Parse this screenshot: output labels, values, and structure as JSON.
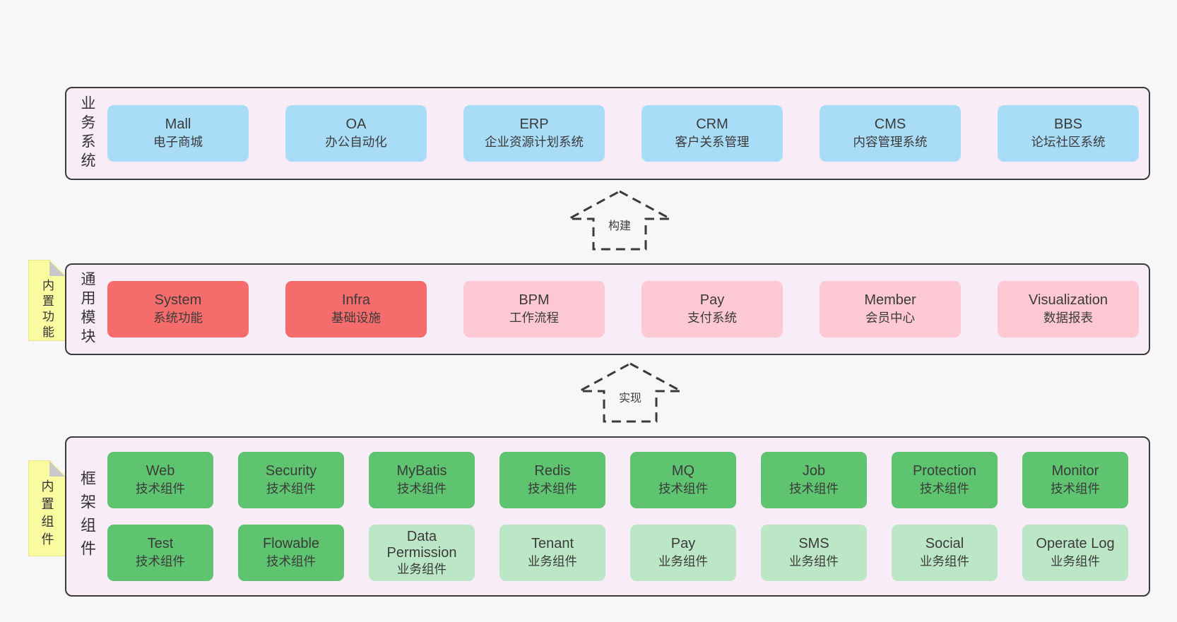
{
  "diagram": {
    "panels": {
      "business": {
        "label": "业务系统",
        "boxes": [
          {
            "en": "Mall",
            "zh": "电子商城"
          },
          {
            "en": "OA",
            "zh": "办公自动化"
          },
          {
            "en": "ERP",
            "zh": "企业资源计划系统"
          },
          {
            "en": "CRM",
            "zh": "客户关系管理"
          },
          {
            "en": "CMS",
            "zh": "内容管理系统"
          },
          {
            "en": "BBS",
            "zh": "论坛社区系统"
          }
        ]
      },
      "modules": {
        "label": "通用模块",
        "sticky": "内置功能",
        "boxes": [
          {
            "en": "System",
            "zh": "系统功能"
          },
          {
            "en": "Infra",
            "zh": "基础设施"
          },
          {
            "en": "BPM",
            "zh": "工作流程"
          },
          {
            "en": "Pay",
            "zh": "支付系统"
          },
          {
            "en": "Member",
            "zh": "会员中心"
          },
          {
            "en": "Visualization",
            "zh": "数据报表"
          }
        ]
      },
      "framework": {
        "label": "框架组件",
        "sticky": "内置组件",
        "row1": [
          {
            "en": "Web",
            "zh": "技术组件"
          },
          {
            "en": "Security",
            "zh": "技术组件"
          },
          {
            "en": "MyBatis",
            "zh": "技术组件"
          },
          {
            "en": "Redis",
            "zh": "技术组件"
          },
          {
            "en": "MQ",
            "zh": "技术组件"
          },
          {
            "en": "Job",
            "zh": "技术组件"
          },
          {
            "en": "Protection",
            "zh": "技术组件"
          },
          {
            "en": "Monitor",
            "zh": "技术组件"
          }
        ],
        "row2": [
          {
            "en": "Test",
            "zh": "技术组件"
          },
          {
            "en": "Flowable",
            "zh": "技术组件"
          },
          {
            "en": "Data Permission",
            "zh": "业务组件"
          },
          {
            "en": "Tenant",
            "zh": "业务组件"
          },
          {
            "en": "Pay",
            "zh": "业务组件"
          },
          {
            "en": "SMS",
            "zh": "业务组件"
          },
          {
            "en": "Social",
            "zh": "业务组件"
          },
          {
            "en": "Operate Log",
            "zh": "业务组件"
          }
        ]
      }
    },
    "arrows": [
      {
        "label": "构建"
      },
      {
        "label": "实现"
      }
    ],
    "colors": {
      "background": "#f7f7f7",
      "panel_bg": "#f8edf7",
      "border": "#3a3a3a",
      "blue": "#a9dcf6",
      "red": "#f56c6c",
      "pink": "#fbc8d3",
      "green_dark": "#5ec470",
      "green_light": "#bce7c6",
      "sticky_yellow": "#fafaa0",
      "fold_gray": "#c9c9c9",
      "text": "#3b3b3b"
    }
  }
}
